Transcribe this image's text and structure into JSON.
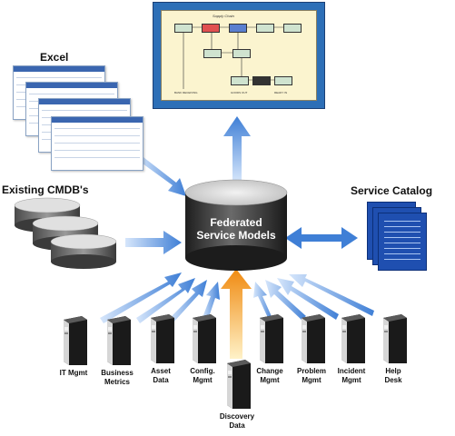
{
  "diagram": {
    "center_label": [
      "Federated",
      "Service Models"
    ],
    "excel_label": "Excel",
    "cmdb_label": "Existing CMDB's",
    "catalog_label": "Service Catalog",
    "monitor": {
      "title": "Supply Chain",
      "captions": [
        "BANK RECEIVING",
        "GOODS OUT",
        "READY IN"
      ]
    },
    "servers": [
      {
        "name": "server-it-mgmt",
        "label": [
          "IT Mgmt"
        ]
      },
      {
        "name": "server-business-metrics",
        "label": [
          "Business",
          "Metrics"
        ]
      },
      {
        "name": "server-asset-data",
        "label": [
          "Asset",
          "Data"
        ]
      },
      {
        "name": "server-config-mgmt",
        "label": [
          "Config.",
          "Mgmt"
        ]
      },
      {
        "name": "server-discovery-data",
        "label": [
          "Discovery",
          "Data"
        ]
      },
      {
        "name": "server-change-mgmt",
        "label": [
          "Change",
          "Mgmt"
        ]
      },
      {
        "name": "server-problem-mgmt",
        "label": [
          "Problem",
          "Mgmt"
        ]
      },
      {
        "name": "server-incident-mgmt",
        "label": [
          "Incident",
          "Mgmt"
        ]
      },
      {
        "name": "server-help-desk",
        "label": [
          "Help",
          "Desk"
        ]
      }
    ],
    "colors": {
      "arrow_blue": "#3f7fd6",
      "arrow_orange": "#f08a10",
      "cylinder_dark": "#2e2e2e",
      "cylinder_light": "#d9d9d9",
      "server_body": "#1a1a1a",
      "server_face": "#d8d8d8"
    }
  }
}
